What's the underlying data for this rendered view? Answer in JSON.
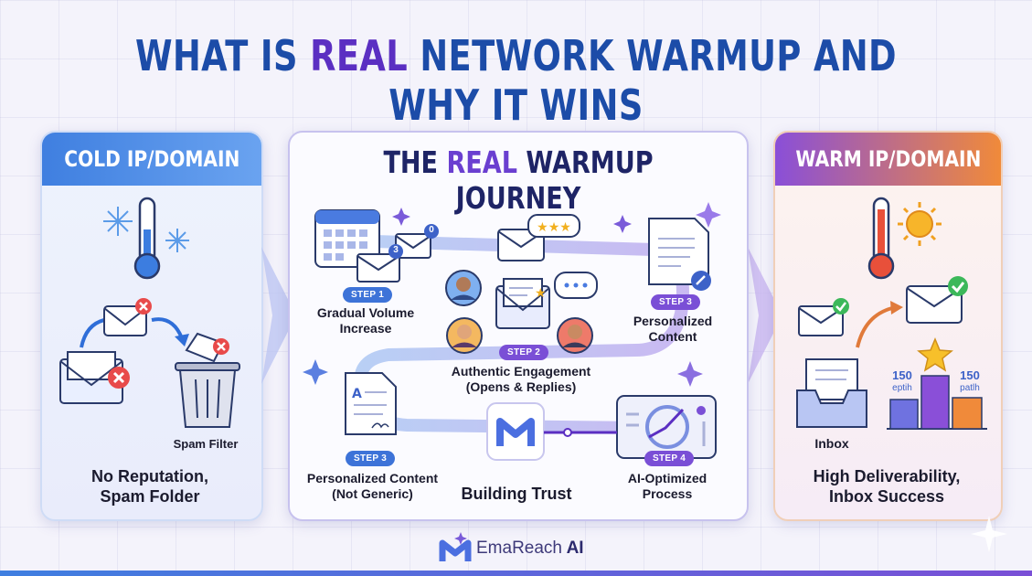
{
  "title": {
    "part1": "WHAT IS ",
    "highlight": "REAL",
    "part2": " NETWORK WARMUP AND WHY IT WINS"
  },
  "cold": {
    "header": "COLD IP/DOMAIN",
    "spam_filter": "Spam Filter",
    "caption_line1": "No Reputation,",
    "caption_line2": "Spam Folder"
  },
  "journey": {
    "title_part1": "THE ",
    "title_highlight": "REAL",
    "title_part2": " WARMUP JOURNEY",
    "badge_three": "3",
    "badge_zero": "0",
    "steps": [
      {
        "pill": "STEP 1",
        "line1": "Gradual Volume",
        "line2": "Increase"
      },
      {
        "pill": "STEP 2",
        "line1": "Authentic Engagement",
        "line2": "(Opens & Replies)"
      },
      {
        "pill": "STEP 3",
        "line1": "Personalized",
        "line2": "Content"
      },
      {
        "pill": "STEP 3",
        "line1": "Personalized Content",
        "line2": "(Not Generic)"
      },
      {
        "pill": "STEP 4",
        "line1": "AI-Optimized",
        "line2": "Process"
      }
    ],
    "center_label": "Building Trust"
  },
  "warm": {
    "header": "WARM IP/DOMAIN",
    "inbox_label": "Inbox",
    "bar_left_value": "150",
    "bar_left_label": "eptih",
    "bar_right_value": "150",
    "bar_right_label": "patlh",
    "caption_line1": "High Deliverability,",
    "caption_line2": "Inbox Success"
  },
  "brand": {
    "name": "EmaReach",
    "suffix": " AI"
  },
  "colors": {
    "title_blue": "#1c4ca8",
    "title_purple": "#5b2fc2",
    "cold_blue": "#4a86e0",
    "warm_orange": "#f08a3a",
    "journey_purple": "#7a4fd6"
  }
}
